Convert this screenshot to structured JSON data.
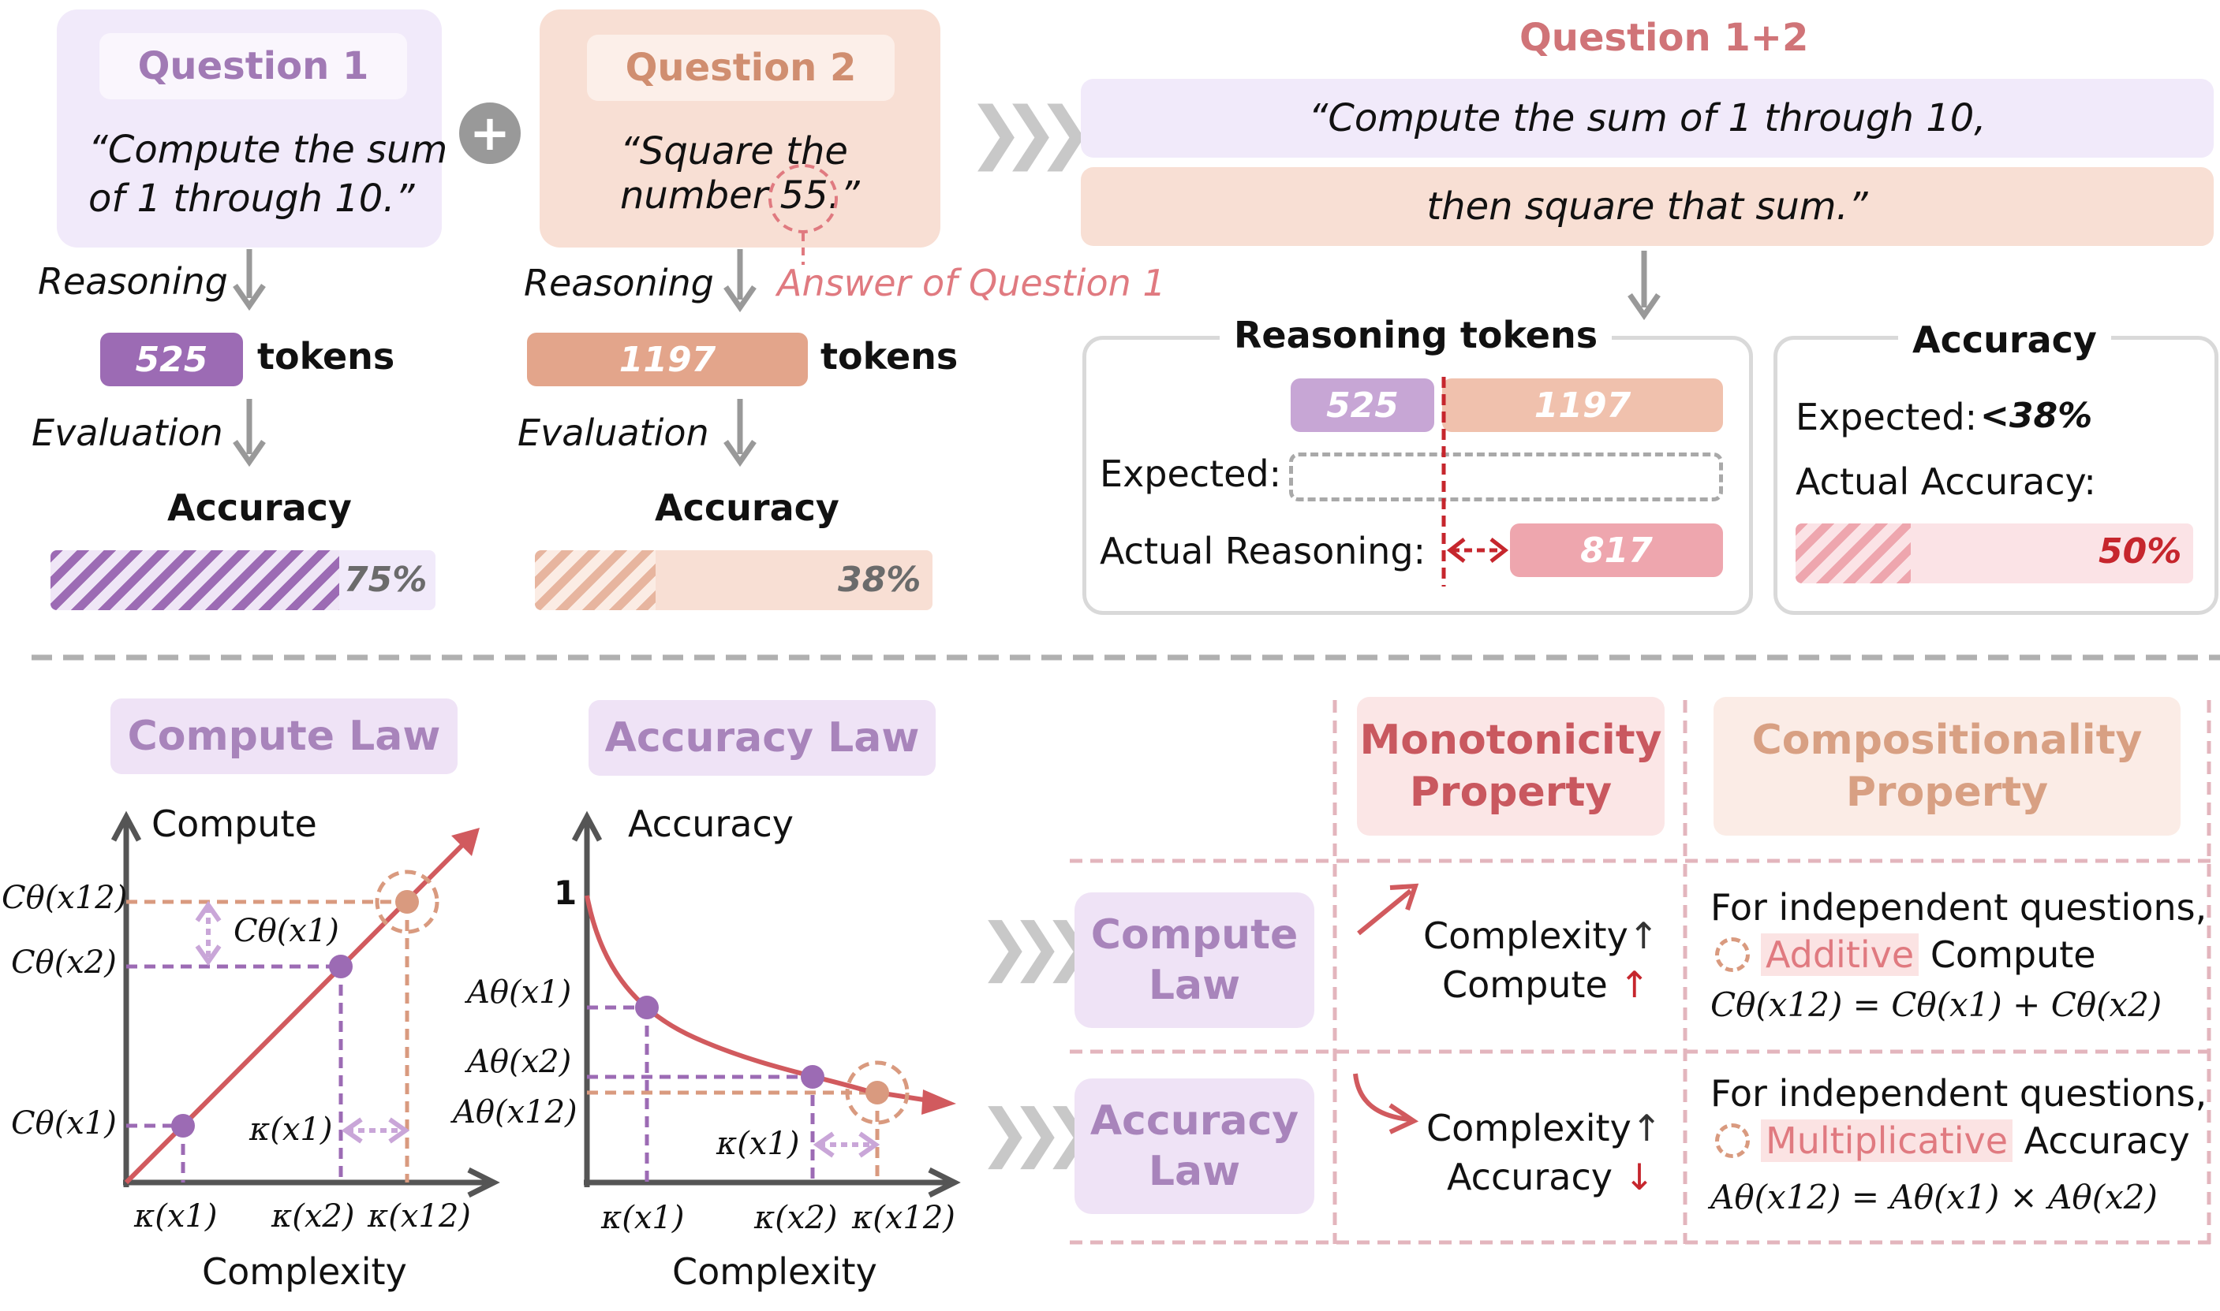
{
  "top": {
    "q1": {
      "title": "Question 1",
      "text1": "“Compute the sum",
      "text2": "of 1 through 10.”",
      "reasoning_label": "Reasoning",
      "tokens_value": "525",
      "tokens_label": "tokens",
      "evaluation_label": "Evaluation",
      "accuracy_label": "Accuracy",
      "accuracy_value": "75%",
      "accuracy_fraction": 0.75
    },
    "plus_symbol": "+",
    "q2": {
      "title": "Question 2",
      "text1": "“Square the",
      "text2_pre": "number ",
      "text2_num": "55",
      "text2_post": ".”",
      "answer_note": "Answer of Question 1",
      "reasoning_label": "Reasoning",
      "tokens_value": "1197",
      "tokens_label": "tokens",
      "evaluation_label": "Evaluation",
      "accuracy_label": "Accuracy",
      "accuracy_value": "38%",
      "accuracy_fraction": 0.38
    },
    "q12": {
      "title": "Question 1+2",
      "line1": "“Compute the sum of 1 through 10,",
      "line2": "then square that sum.”",
      "reasoning_panel": {
        "title": "Reasoning tokens",
        "tok_q1": "525",
        "tok_q2": "1197",
        "expected_label": "Expected:",
        "actual_label": "Actual Reasoning:",
        "actual_value": "817"
      },
      "accuracy_panel": {
        "title": "Accuracy",
        "expected_label": "Expected:",
        "expected_value": "<38%",
        "actual_label": "Actual Accuracy:",
        "actual_value": "50%",
        "actual_fraction": 0.5
      }
    }
  },
  "bottom": {
    "compute_law_title": "Compute Law",
    "accuracy_law_title": "Accuracy Law",
    "compute_chart": {
      "ylabel": "Compute",
      "xlabel": "Complexity",
      "y_ticks": [
        "Cθ(x12)",
        "Cθ(x2)",
        "Cθ(x1)"
      ],
      "x_ticks": [
        "κ(x1)",
        "κ(x2)",
        "κ(x12)"
      ],
      "gap_label_top": "Cθ(x1)",
      "gap_label_bottom": "κ(x1)"
    },
    "accuracy_chart": {
      "ylabel": "Accuracy",
      "xlabel": "Complexity",
      "y_one": "1",
      "y_ticks": [
        "Aθ(x1)",
        "Aθ(x2)",
        "Aθ(x12)"
      ],
      "x_ticks": [
        "κ(x1)",
        "κ(x2)",
        "κ(x12)"
      ],
      "gap_label": "κ(x1)"
    },
    "table": {
      "col_mono_1": "Monotonicity",
      "col_mono_2": "Property",
      "col_comp_1": "Compositionality",
      "col_comp_2": "Property",
      "row_compute_1": "Compute",
      "row_compute_2": "Law",
      "row_accuracy_1": "Accuracy",
      "row_accuracy_2": "Law",
      "compute_mono_1": "Complexity",
      "compute_mono_2": "Compute",
      "accuracy_mono_1": "Complexity",
      "accuracy_mono_2": "Accuracy",
      "up_arrow": "↑",
      "down_arrow": "↓",
      "compute_comp_line1": "For independent questions,",
      "compute_comp_key": "Additive",
      "compute_comp_rest": "Compute",
      "compute_comp_formula": "Cθ(x12) = Cθ(x1) + Cθ(x2)",
      "accuracy_comp_line1": "For independent questions,",
      "accuracy_comp_key": "Multiplicative",
      "accuracy_comp_rest": "Accuracy",
      "accuracy_comp_formula": "Aθ(x12) = Aθ(x1) × Aθ(x2)"
    }
  },
  "colors": {
    "purple": "#9c6bb4",
    "purple_light": "#f1eafa",
    "orange": "#e3a58b",
    "orange_light": "#f8dfd4",
    "pink": "#eea6ae",
    "red_title": "#c9585f",
    "gray": "#8f8f8f"
  }
}
